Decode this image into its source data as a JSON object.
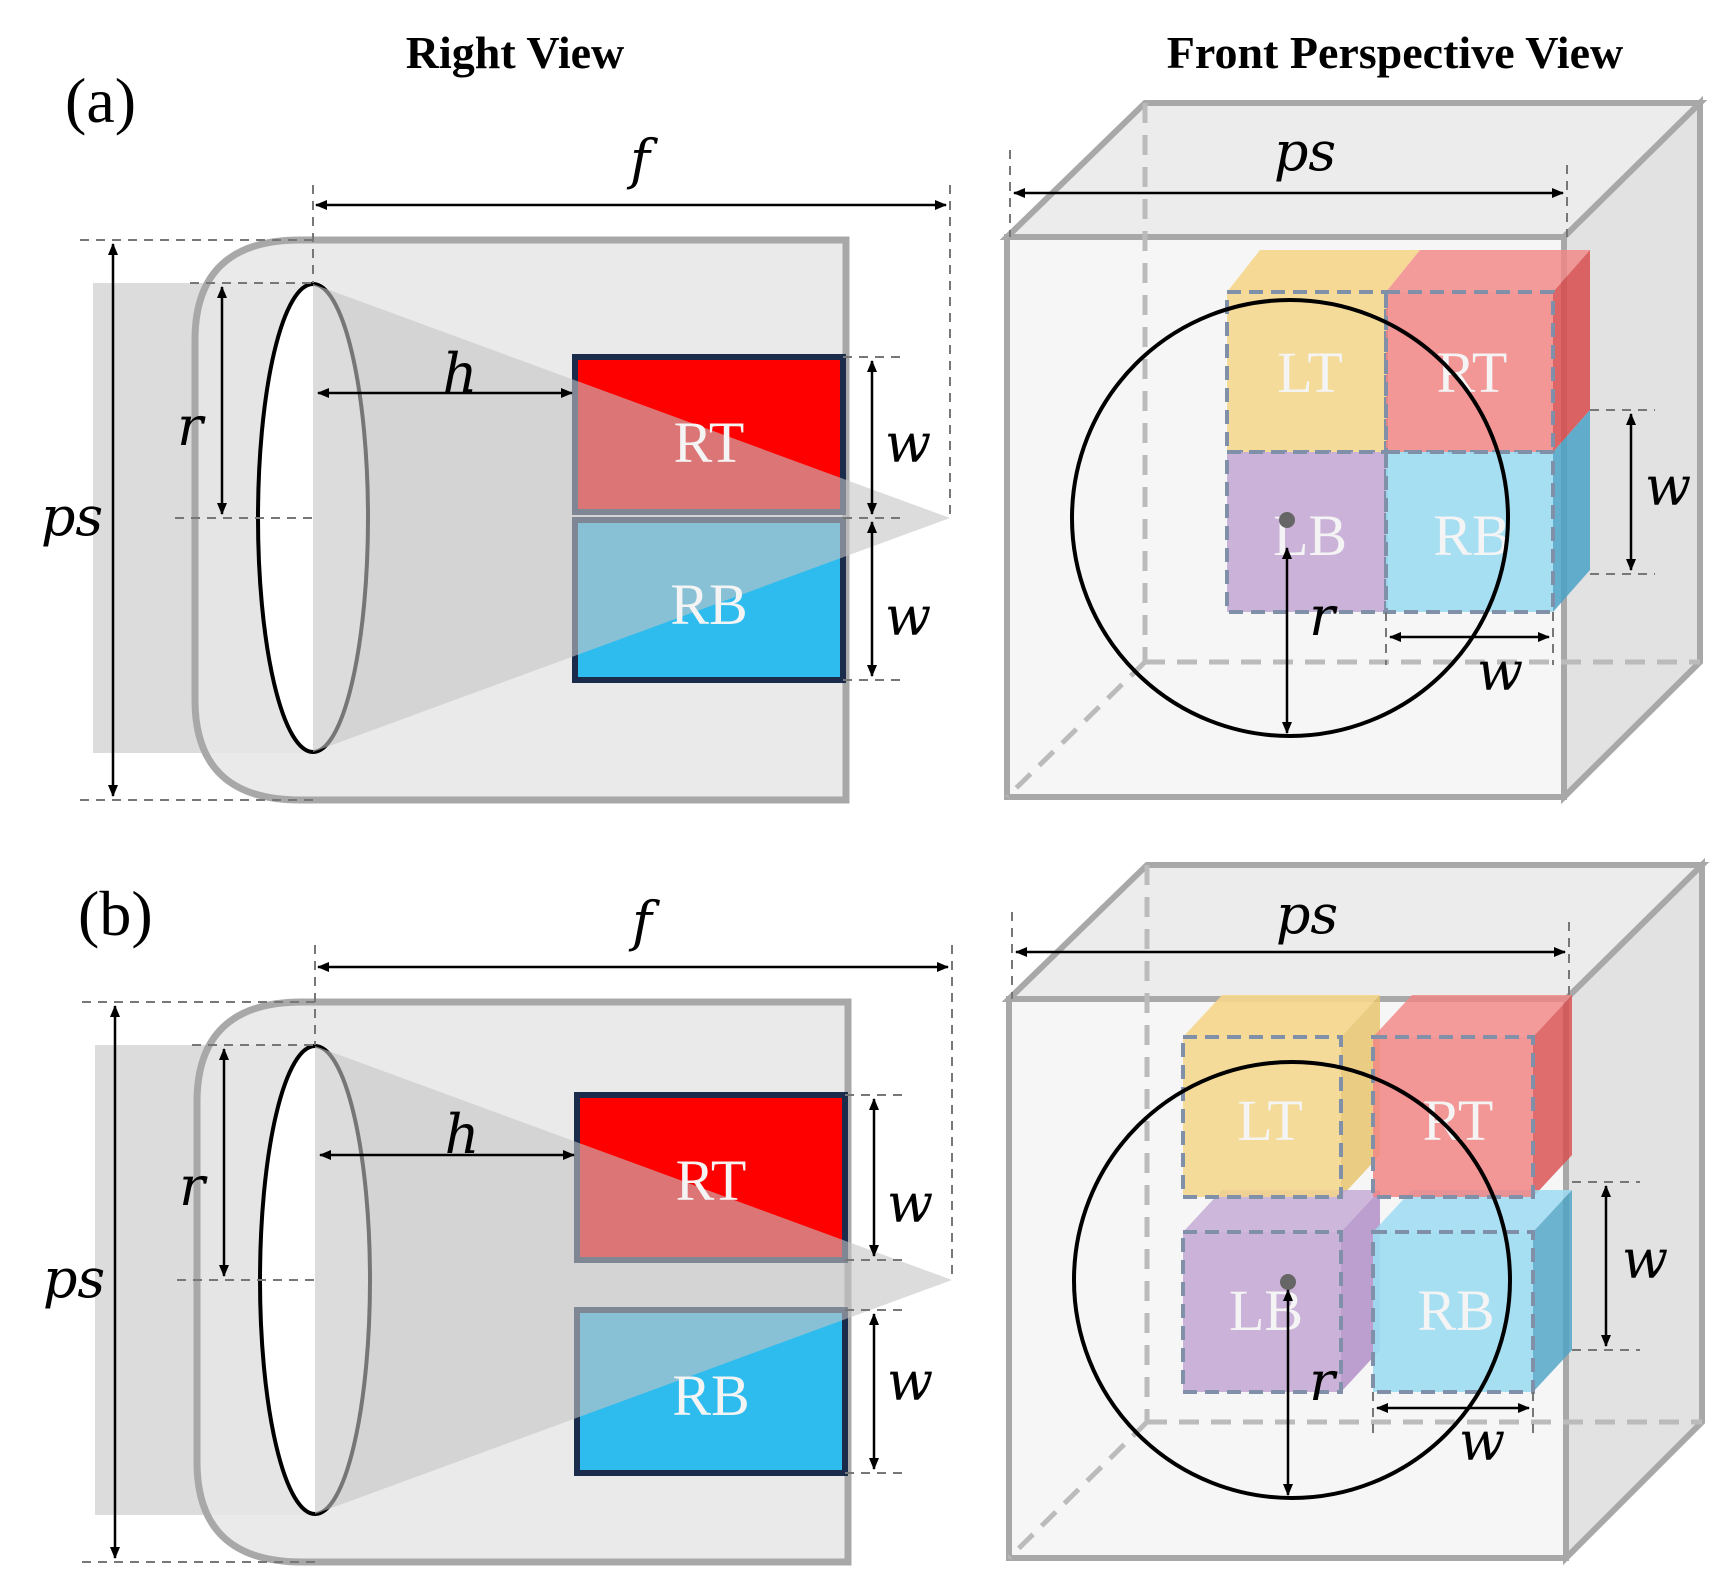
{
  "headers": {
    "right_view": "Right View",
    "front_view": "Front Perspective View"
  },
  "panels": [
    {
      "label": "(a)",
      "f": "f",
      "h": "h",
      "r": "r",
      "ps": "ps",
      "w_top": "w",
      "w_bottom": "w",
      "rt": "RT",
      "rb": "RB",
      "front": {
        "ps": "ps",
        "w_vert": "w",
        "w_horiz": "w",
        "r": "r",
        "lt": "LT",
        "rt": "RT",
        "lb": "LB",
        "rb": "RB"
      }
    },
    {
      "label": "(b)",
      "f": "f",
      "h": "h",
      "r": "r",
      "ps": "ps",
      "w_top": "w",
      "w_bottom": "w",
      "rt": "RT",
      "rb": "RB",
      "front": {
        "ps": "ps",
        "w_vert": "w",
        "w_horiz": "w",
        "r": "r",
        "lt": "LT",
        "rt": "RT",
        "lb": "LB",
        "rb": "RB"
      }
    }
  ],
  "colors": {
    "red": "#ff0000",
    "blue": "#2ebcee",
    "yellow": "#f5d68a",
    "salmon": "#f28585",
    "purple": "#c5abd6",
    "lightblue": "#9ddbf2",
    "gray_box": "#e6e6e6",
    "navy": "#1a2b4c"
  }
}
